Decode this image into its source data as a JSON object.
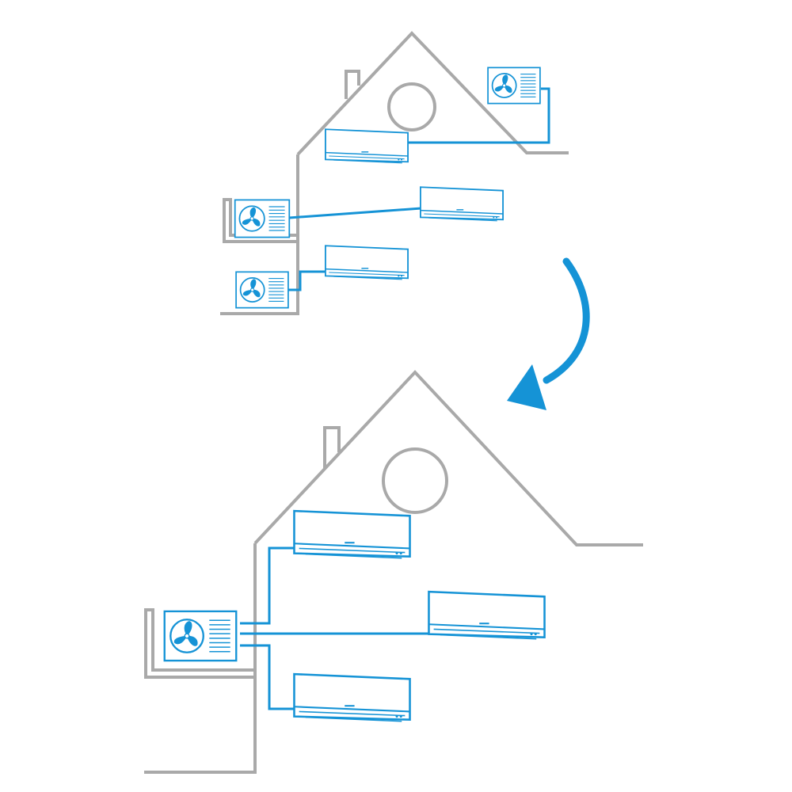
{
  "colors": {
    "house_outline": "#a9a9a9",
    "pipe": "#1593d6",
    "unit_outline": "#1593d6",
    "fan_fill": "#1593d6",
    "arrow": "#1593d6",
    "background": "#ffffff"
  },
  "scenes": [
    {
      "name": "before",
      "description_visible": false,
      "outdoor_units": 3,
      "indoor_units": 3
    },
    {
      "name": "after",
      "outdoor_units": 1,
      "indoor_units": 3
    }
  ],
  "icons": [
    "house-outline",
    "outdoor-unit-fan",
    "wall-split-indoor-unit",
    "curved-arrow-down"
  ]
}
